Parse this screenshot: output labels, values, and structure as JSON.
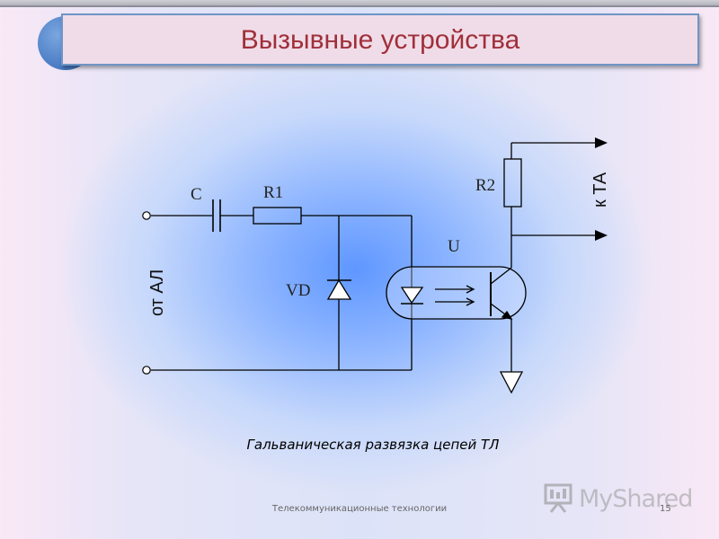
{
  "slide": {
    "title": "Вызывные устройства",
    "caption": "Гальваническая развязка цепей ТЛ",
    "footer": "Телекоммуникационные технологии",
    "page_number": "15"
  },
  "circuit": {
    "capacitor_label": "C",
    "resistor1_label": "R1",
    "resistor2_label": "R2",
    "diode_label": "VD",
    "optocoupler_label": "U",
    "input_label": "от АЛ",
    "output_label": "к ТА"
  },
  "watermark": {
    "text": "MyShared"
  },
  "colors": {
    "title_text": "#a0303a",
    "title_box_border": "#6f95c6",
    "title_box_fill": "#f0dce8",
    "background_center": "#5f97ff"
  }
}
